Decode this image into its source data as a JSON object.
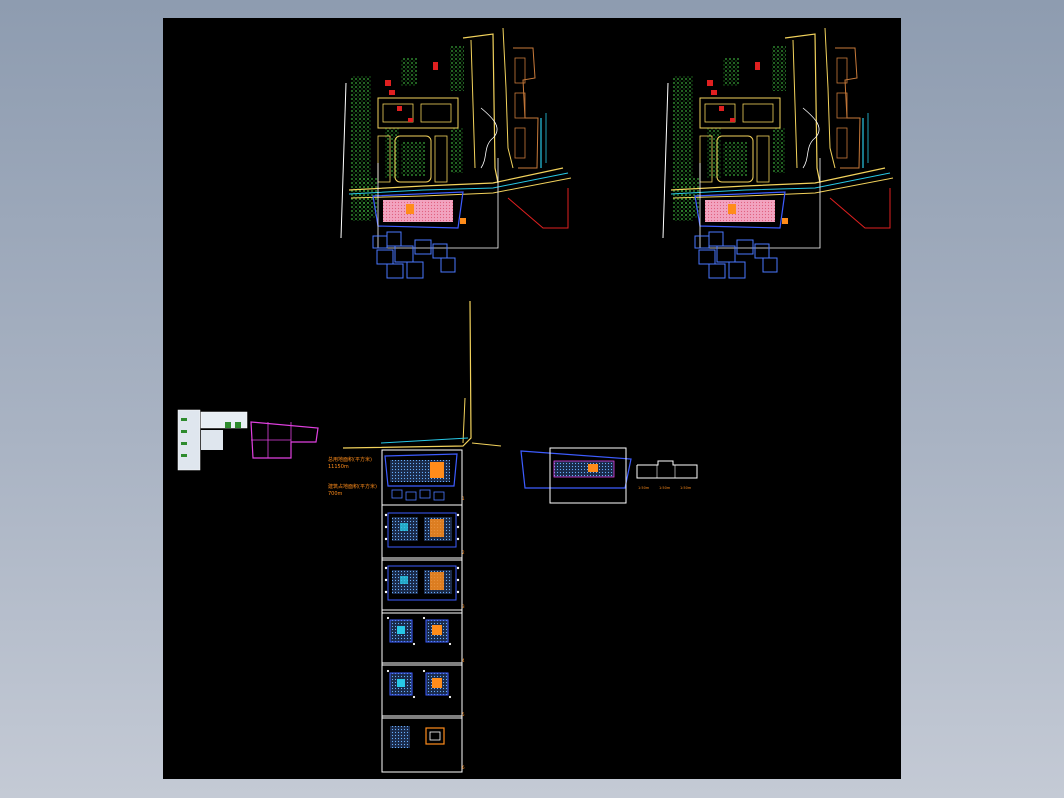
{
  "viewer": {
    "background_color": "#000000",
    "window_bg": "#9aa6b8"
  },
  "drawing": {
    "site_plan_left_label": "",
    "site_plan_right_label": "",
    "annotations": {
      "area1_title": "总用地面积(平方米)",
      "area1_value": "11150m",
      "area2_title": "建筑占地面积(平方米)",
      "area2_value": "700m",
      "scale1": "1:50m",
      "scale2": "1:50m",
      "scale3": "1:50m"
    },
    "sheet_numbers": [
      "1",
      "2",
      "3",
      "4",
      "5",
      "6"
    ]
  },
  "colors": {
    "yellow": "#f2d25c",
    "cyan": "#28c8e6",
    "blue": "#3d5cff",
    "green": "#2e8b2e",
    "red": "#e02020",
    "magenta": "#e040e0",
    "orange": "#ff8c1a",
    "white": "#ffffff",
    "pink": "#f2a4c0",
    "brown": "#a0522d"
  }
}
